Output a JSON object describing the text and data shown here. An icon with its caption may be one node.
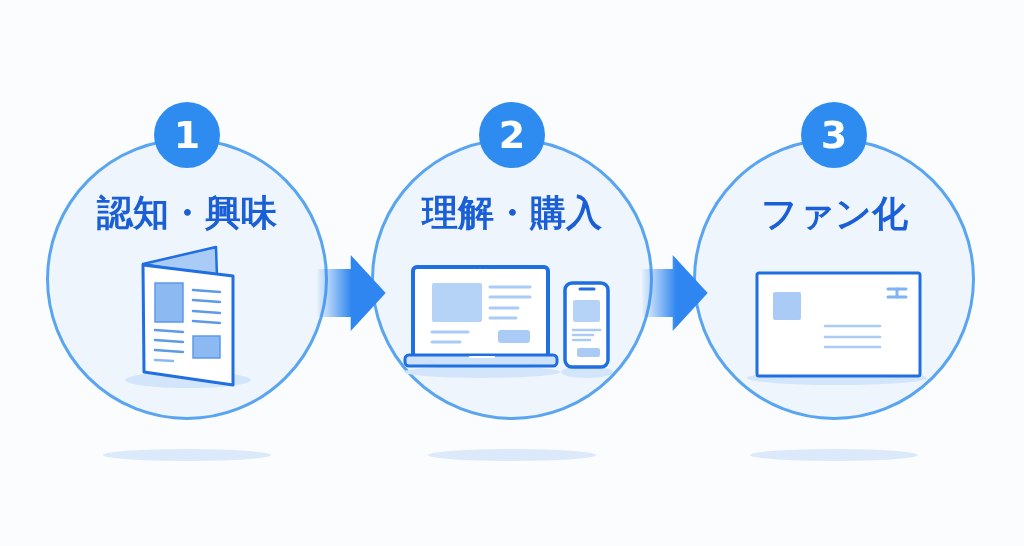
{
  "diagram": {
    "nodes": [
      {
        "text": [
          "1"
        ]
      },
      {
        "text": [
          "認知・興味"
        ]
      },
      {
        "text": [
          "2"
        ]
      },
      {
        "text": [
          "理解・購入"
        ]
      },
      {
        "text": [
          "3"
        ]
      },
      {
        "text": [
          "ファン化"
        ]
      }
    ],
    "edges": [
      {
        "from": 1,
        "to": 3,
        "arrow": "to"
      },
      {
        "from": 3,
        "to": 5,
        "arrow": "to"
      }
    ]
  }
}
